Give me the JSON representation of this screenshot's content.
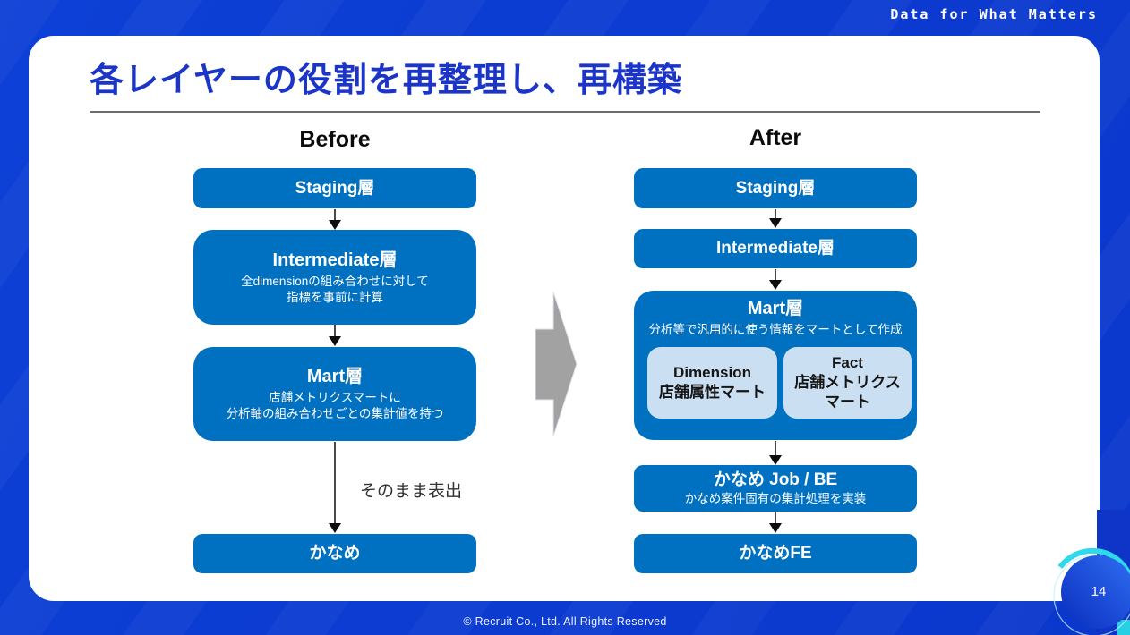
{
  "brand": {
    "logo_text": "Data for What Matters"
  },
  "slide": {
    "title": "各レイヤーの役割を再整理し、再構築",
    "footer": "© Recruit Co., Ltd. All Rights Reserved",
    "page_number": "14"
  },
  "before": {
    "header": "Before",
    "staging": {
      "title": "Staging層"
    },
    "intermediate": {
      "title": "Intermediate層",
      "line1": "全dimensionの組み合わせに対して",
      "line2": "指標を事前に計算"
    },
    "mart": {
      "title": "Mart層",
      "line1": "店舗メトリクスマートに",
      "line2": "分析軸の組み合わせごとの集計値を持つ"
    },
    "kaname": {
      "title": "かなめ"
    },
    "arrow_label": "そのまま表出"
  },
  "after": {
    "header": "After",
    "staging": {
      "title": "Staging層"
    },
    "intermediate": {
      "title": "Intermediate層"
    },
    "mart": {
      "title": "Mart層",
      "subtitle": "分析等で汎用的に使う情報をマートとして作成",
      "dimension": {
        "line1": "Dimension",
        "line2": "店舗属性マート"
      },
      "fact": {
        "line1": "Fact",
        "line2": "店舗メトリクス",
        "line3": "マート"
      }
    },
    "kaname_job": {
      "title": "かなめ Job / BE",
      "subtitle": "かなめ案件固有の集計処理を実装"
    },
    "kaname_fe": {
      "title": "かなめFE"
    }
  },
  "colors": {
    "background_blue": "#0d40d6",
    "box_blue": "#0070c0",
    "inner_light_blue": "#cbdff2",
    "title_blue": "#1b35c8",
    "transform_arrow_gray": "#a2a2a2",
    "accent_cyan": "#2ed9ec"
  }
}
